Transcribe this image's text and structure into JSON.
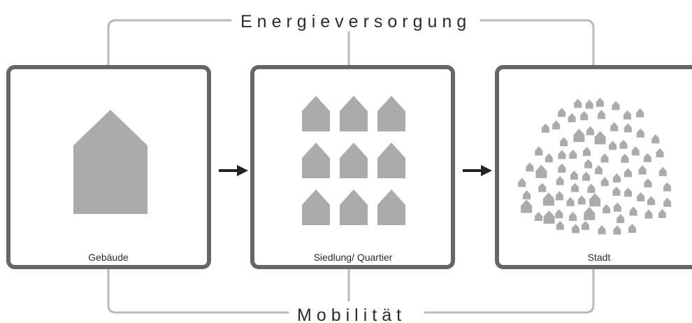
{
  "top_label": "Energieversorgung",
  "bottom_label": "Mobilität",
  "stages": [
    {
      "id": "gebaeude",
      "label": "Gebäude",
      "house_count": 1
    },
    {
      "id": "siedlung",
      "label": "Siedlung/ Quartier",
      "house_count": 9
    },
    {
      "id": "stadt",
      "label": "Stadt",
      "house_count": 80
    }
  ],
  "colors": {
    "box_border": "#666666",
    "connector": "#b9b9b9",
    "house_fill": "#ababab",
    "arrow": "#222222",
    "text": "#2b2b2b"
  }
}
